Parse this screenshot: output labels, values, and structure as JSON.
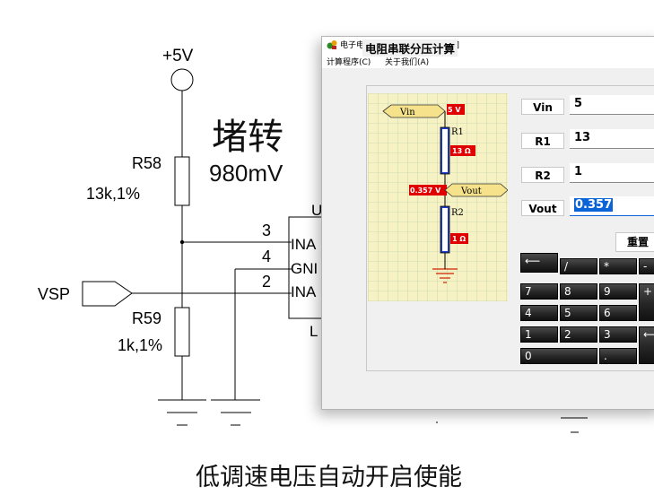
{
  "schematic": {
    "supply_label": "+5V",
    "r58_name": "R58",
    "r58_value": "13k,1%",
    "r59_name": "R59",
    "r59_value": "1k,1%",
    "input_label": "VSP",
    "chip_ref": "U",
    "pin3": "3",
    "pin4": "4",
    "pin2": "2",
    "pin3_name": "INA",
    "pin4_name": "GNI",
    "pin2_name": "INA",
    "chip_bottom": "L"
  },
  "annotations": {
    "status": "堵转",
    "voltage": "980mV",
    "caption": "低调速电压自动开启使能"
  },
  "window": {
    "title": "电子电路计算器 - [电阻串联分压]",
    "menu": [
      {
        "label": "计算程序(C)"
      },
      {
        "label": "关于我们(A)"
      }
    ],
    "group_title": "电阻串联分压计算",
    "circuit": {
      "vin_tag": "Vin",
      "vin_value": "5 V",
      "r1_label": "R1",
      "r1_value": "13 Ω",
      "vout_tag": "Vout",
      "vout_value": "0.357 V",
      "r2_label": "R2",
      "r2_value": "1 Ω"
    },
    "fields": {
      "vin": {
        "label": "Vin",
        "value": "5"
      },
      "r1": {
        "label": "R1",
        "value": "13"
      },
      "r2": {
        "label": "R2",
        "value": "1"
      },
      "vout": {
        "label": "Vout",
        "value": "0.357"
      }
    },
    "reset_label": "重置",
    "keypad": {
      "backspace": "⟵",
      "divide": "/",
      "multiply": "*",
      "minus": "-",
      "seven": "7",
      "eight": "8",
      "nine": "9",
      "plus": "+",
      "four": "4",
      "five": "5",
      "six": "6",
      "one": "1",
      "two": "2",
      "three": "3",
      "enter": "⟵",
      "zero": "0",
      "dot": "."
    }
  },
  "colors": {
    "accent": "#0a64d8",
    "tag_fill": "#f5e28a",
    "value_badge": "#e00000",
    "grid_bg": "#f6f2c4",
    "resistor_blue": "#1e3cc8",
    "ground_red": "#cc2200"
  }
}
